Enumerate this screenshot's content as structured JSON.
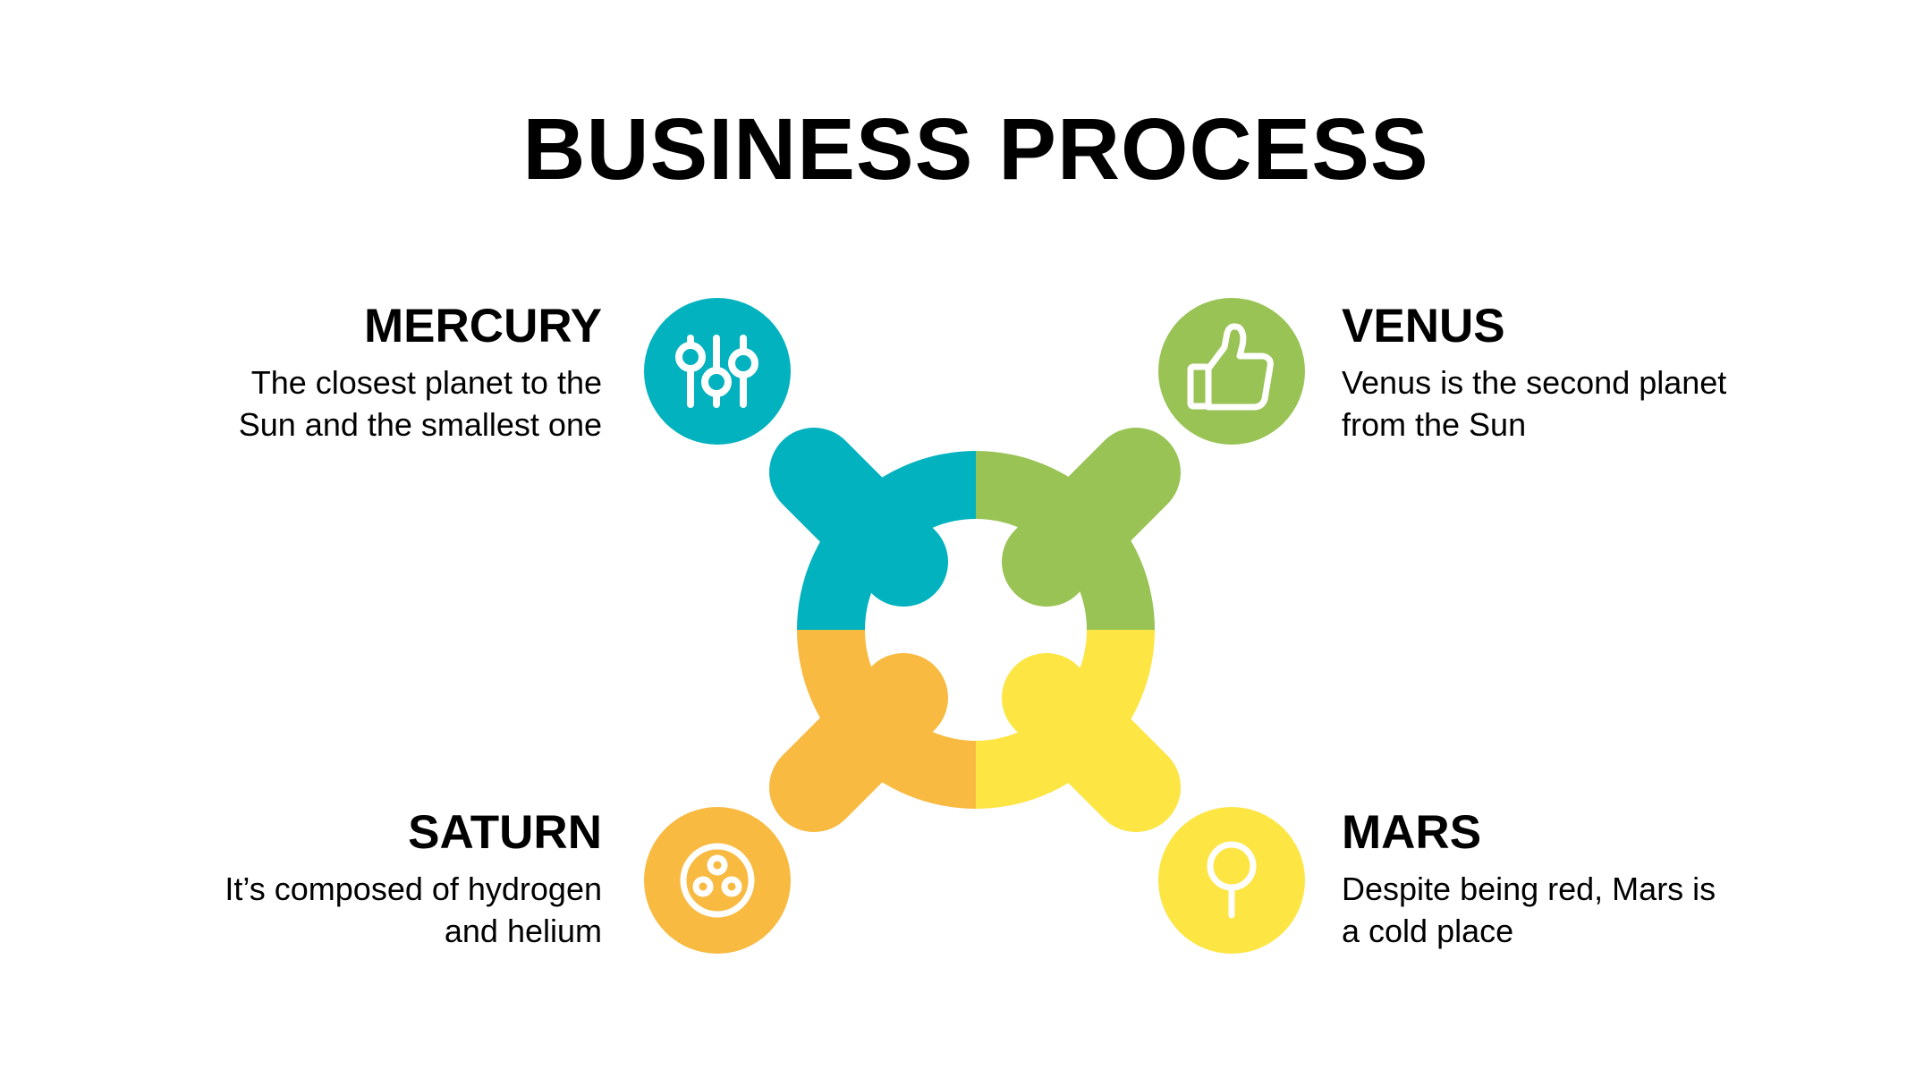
{
  "title": "BUSINESS PROCESS",
  "colors": {
    "teal": "#02B2BE",
    "green": "#99C355",
    "orange": "#F8BA41",
    "yellow": "#FDE543",
    "icon": "#FFFFFF",
    "text": "#000000"
  },
  "items": [
    {
      "heading": "MERCURY",
      "desc_line1": "The closest planet to the",
      "desc_line2": "Sun and the smallest one",
      "icon": "sliders-icon"
    },
    {
      "heading": "VENUS",
      "desc_line1": "Venus is the second planet",
      "desc_line2": "from the Sun",
      "icon": "thumbs-up-icon"
    },
    {
      "heading": "SATURN",
      "desc_line1": "It’s composed of hydrogen",
      "desc_line2": "and helium",
      "icon": "petri-dish-icon"
    },
    {
      "heading": "MARS",
      "desc_line1": "Despite being red, Mars is",
      "desc_line2": "a cold place",
      "icon": "magnifier-icon"
    }
  ]
}
